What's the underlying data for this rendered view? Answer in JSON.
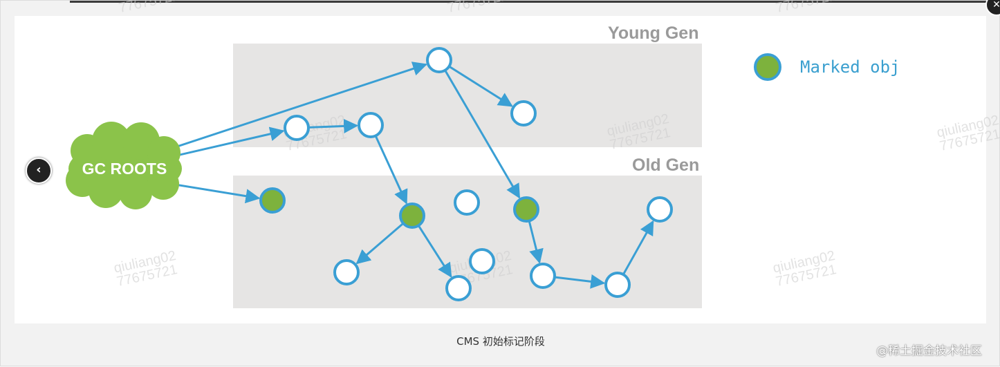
{
  "diagram": {
    "young_gen_label": "Young Gen",
    "old_gen_label": "Old Gen",
    "gc_roots_label": "GC ROOTS",
    "legend_label": "Marked obj",
    "colors": {
      "marked_fill": "#7db23d",
      "node_stroke": "#3a9fd4",
      "zone_fill": "#e6e5e4",
      "roots_fill": "#8bc34a"
    },
    "nodes": [
      {
        "id": "a",
        "marked": false
      },
      {
        "id": "b",
        "marked": false
      },
      {
        "id": "c",
        "marked": false
      },
      {
        "id": "d",
        "marked": false
      },
      {
        "id": "e",
        "marked": true
      },
      {
        "id": "f",
        "marked": true
      },
      {
        "id": "g",
        "marked": false
      },
      {
        "id": "h",
        "marked": true
      },
      {
        "id": "i",
        "marked": false
      },
      {
        "id": "j",
        "marked": false
      },
      {
        "id": "k",
        "marked": false
      },
      {
        "id": "l",
        "marked": false
      },
      {
        "id": "m",
        "marked": false
      },
      {
        "id": "n",
        "marked": false
      }
    ],
    "edges": [
      [
        "roots",
        "a"
      ],
      [
        "roots",
        "b"
      ],
      [
        "roots",
        "e"
      ],
      [
        "a",
        "d"
      ],
      [
        "a",
        "h"
      ],
      [
        "b",
        "c"
      ],
      [
        "c",
        "f"
      ],
      [
        "f",
        "i"
      ],
      [
        "f",
        "j"
      ],
      [
        "h",
        "l"
      ],
      [
        "l",
        "m"
      ],
      [
        "m",
        "n"
      ]
    ]
  },
  "watermark_lines": [
    "qiuliang02",
    "77675721"
  ],
  "caption": "CMS 初始标记阶段",
  "site_mark": "@稀土掘金技术社区",
  "nav": {
    "prev_icon": "‹",
    "close_icon": "✕"
  }
}
